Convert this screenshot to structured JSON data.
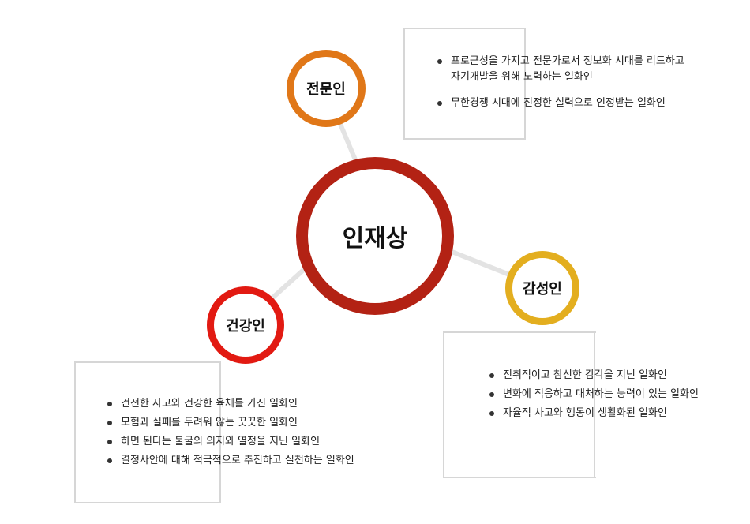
{
  "center": {
    "label": "인재상",
    "color": "#b32214"
  },
  "nodes": {
    "expert": {
      "label": "전문인",
      "color": "#e07718",
      "items": [
        {
          "line1": "프로근성을 가지고 전문가로서 정보화 시대를 리드하고",
          "line2": "자기개발을 위해 노력하는 일화인"
        },
        {
          "line1": "무한경쟁 시대에 진정한 실력으로 인정받는 일화인",
          "line2": ""
        }
      ]
    },
    "emotion": {
      "label": "감성인",
      "color": "#e3ae1f",
      "items": [
        "진취적이고 참신한 감각을 지닌 일화인",
        "변화에 적응하고 대처하는 능력이 있는 일화인",
        "자율적 사고와 행동이 생활화된 일화인"
      ]
    },
    "health": {
      "label": "건강인",
      "color": "#e21a12",
      "items": [
        "건전한 사고와 건강한 육체를 가진 일화인",
        "모험과 실패를 두려워 않는 끗끗한 일화인",
        "하면 된다는 불굴의 의지와 열정을 지닌 일화인",
        "결정사안에 대해 적극적으로 추진하고 실천하는 일화인"
      ]
    }
  },
  "connector_color": "#e3e3e3",
  "box_border_color": "#d6d6d6"
}
